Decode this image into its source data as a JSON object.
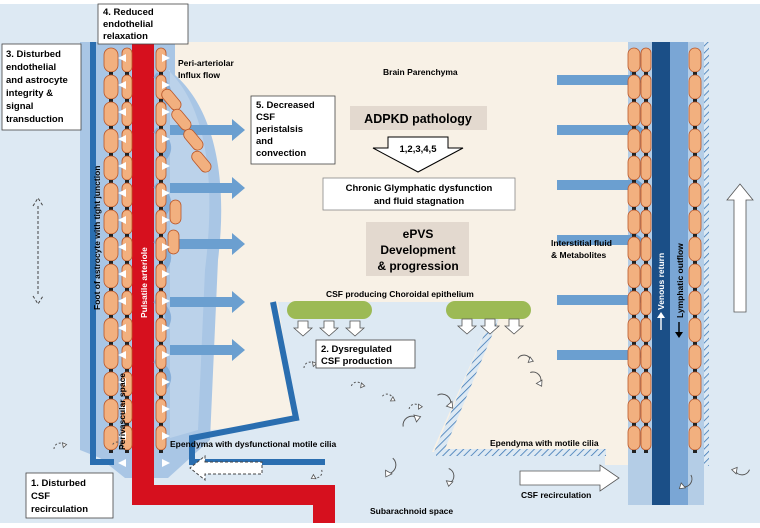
{
  "labels": {
    "reduced_relaxation": [
      "4. Reduced",
      "endothelial",
      "relaxation"
    ],
    "disturbed_integrity": [
      "3. Disturbed",
      "endothelial",
      "and astrocyte",
      "integrity &",
      "signal",
      "transduction"
    ],
    "peri_arteriolar": [
      "Peri-arteriolar",
      "Influx flow"
    ],
    "brain_parenchyma": "Brain Parenchyma",
    "decreased_peristalsis": [
      "5. Decreased",
      "CSF",
      "peristalsis",
      "and",
      "convection"
    ],
    "adpkd": "ADPKD pathology",
    "arrow_code": "1,2,3,4,5",
    "chronic_glymphatic": [
      "Chronic Glymphatic dysfunction",
      "and fluid stagnation"
    ],
    "epvs": [
      "ePVS",
      "Development",
      "& progression"
    ],
    "interstitial": [
      "Interstitial fluid",
      "& Metabolites"
    ],
    "choroidal": "CSF producing Choroidal epithelium",
    "dysregulated": [
      "2. Dysregulated",
      "CSF production"
    ],
    "astrocyte_foot": "Foot of astrocyte with tight junction",
    "pulsatile": "Pulsatile arteriole",
    "perivascular": "Perivascular space",
    "venous_return": "Venous return",
    "lymphatic_outflow": "Lymphatic outflow",
    "ependyma_dysfunctional": "Ependyma with dysfunctional motile cilia",
    "ependyma_motile": "Ependyma with motile cilia",
    "disturbed_recirculation": [
      "1. Disturbed",
      "CSF",
      "recirculation"
    ],
    "csf_recirculation": "CSF recirculation",
    "subarachnoid": "Subarachnoid space"
  },
  "colors": {
    "csf_background": "#dde9f3",
    "parenchyma": "#f8f1e6",
    "perivascular": "#a9c6e5",
    "flow_arrow": "#6b9fd0",
    "artery": "#d6101e",
    "vein": "#1b4f87",
    "wall_blue": "#2a6eb0",
    "cell_fill": "#f2b07f",
    "cell_stroke": "#b9572a",
    "choroid": "#9cba55",
    "title_box": "#e3d9cf"
  }
}
